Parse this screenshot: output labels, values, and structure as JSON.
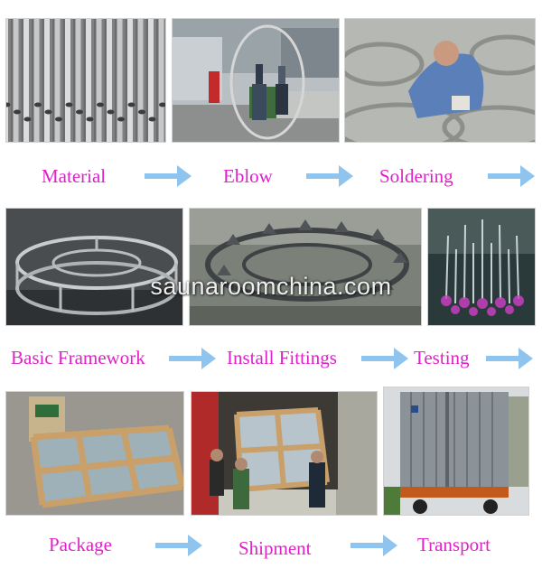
{
  "steps": {
    "material": "Material",
    "eblow": "Eblow",
    "soldering": "Soldering",
    "basic_framework": "Basic Framework",
    "install_fittings": "Install Fittings",
    "testing": "Testing",
    "package": "Package",
    "shipment": "Shipment",
    "transport": "Transport"
  },
  "watermark": "saunaroomchina.com",
  "colors": {
    "label": "#e020c8",
    "arrow": "#8ec4ee"
  },
  "icons": {
    "arrow": "right-arrow-icon"
  }
}
